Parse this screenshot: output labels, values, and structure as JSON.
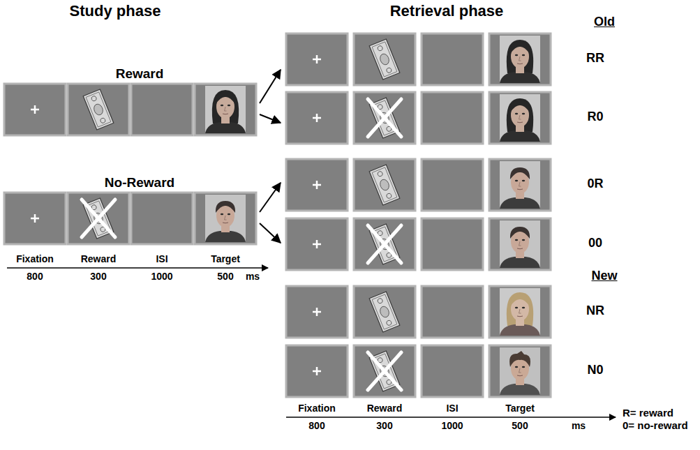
{
  "diagram": {
    "labels": [
      "Study phase",
      "Retrieval phase",
      "Reward",
      "No-Reward",
      "Fixation",
      "Reward",
      "ISI",
      "Target",
      "800",
      "300",
      "1000",
      "500",
      "ms",
      "Old",
      "RR",
      "R0",
      "0R",
      "00",
      "New",
      "NR",
      "N0",
      "Fixation",
      "Reward",
      "ISI",
      "Target",
      "800",
      "300",
      "1000",
      "500",
      "ms",
      "R= reward",
      "0= no-reward"
    ]
  }
}
